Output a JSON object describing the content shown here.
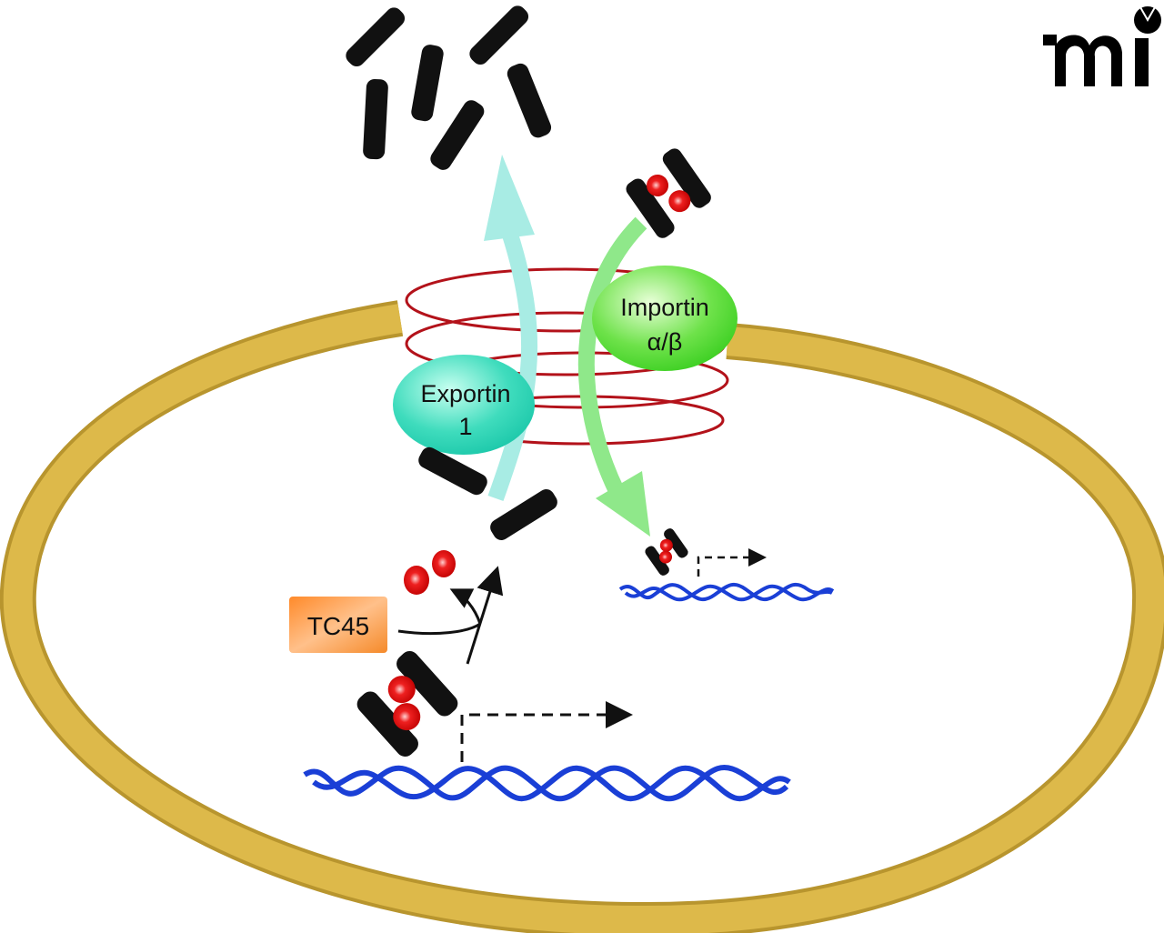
{
  "labels": {
    "exportin": [
      "Exportin",
      "1"
    ],
    "importin": [
      "Importin",
      "α/β"
    ],
    "tc45": "TC45"
  },
  "logo": "mi",
  "colors": {
    "nuclear_envelope": "#d9b443",
    "pore_ring": "#b3121a",
    "export_arrow": "#a8ece4",
    "import_arrow": "#8fe88a",
    "exportin": "#2ed8b8",
    "importin": "#5ade3c",
    "tc45": "#f7912f",
    "dna": "#1a3fd6",
    "protein": "#111111",
    "ligand": "#e01010"
  }
}
